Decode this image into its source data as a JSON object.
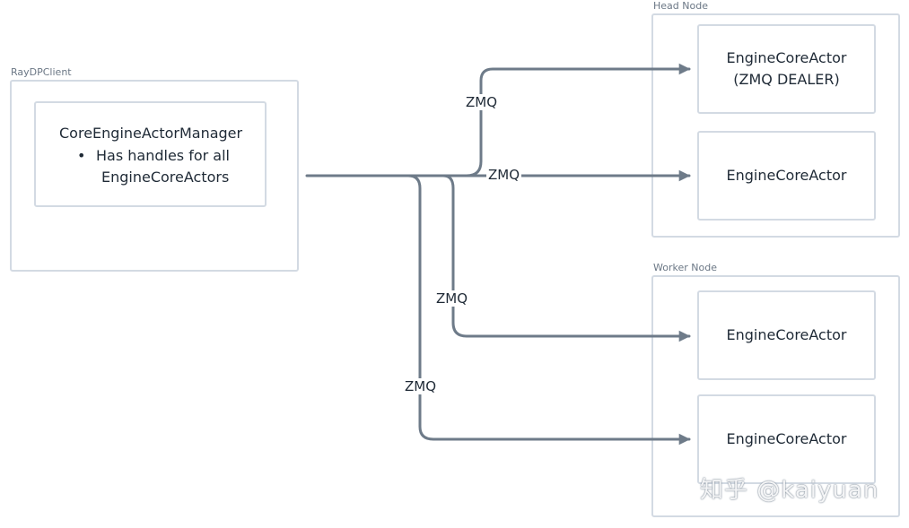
{
  "colors": {
    "border": "#d3dae3",
    "wire": "#6e7b89",
    "text": "#1f2a36",
    "group_label": "#6b7785"
  },
  "client": {
    "label": "RayDPClient",
    "manager": {
      "title": "CoreEngineActorManager",
      "bullet": "•",
      "bullet_line1": "Has handles for all",
      "bullet_line2": "EngineCoreActors"
    }
  },
  "head_node": {
    "label": "Head Node",
    "actors": [
      {
        "line1": "EngineCoreActor",
        "line2": "(ZMQ DEALER)"
      },
      {
        "line1": "EngineCoreActor",
        "line2": ""
      }
    ]
  },
  "worker_node": {
    "label": "Worker Node",
    "actors": [
      {
        "line1": "EngineCoreActor"
      },
      {
        "line1": "EngineCoreActor"
      }
    ]
  },
  "connections": {
    "labels": [
      "ZMQ",
      "ZMQ",
      "ZMQ",
      "ZMQ"
    ]
  },
  "watermark": "知乎 @kaiyuan"
}
